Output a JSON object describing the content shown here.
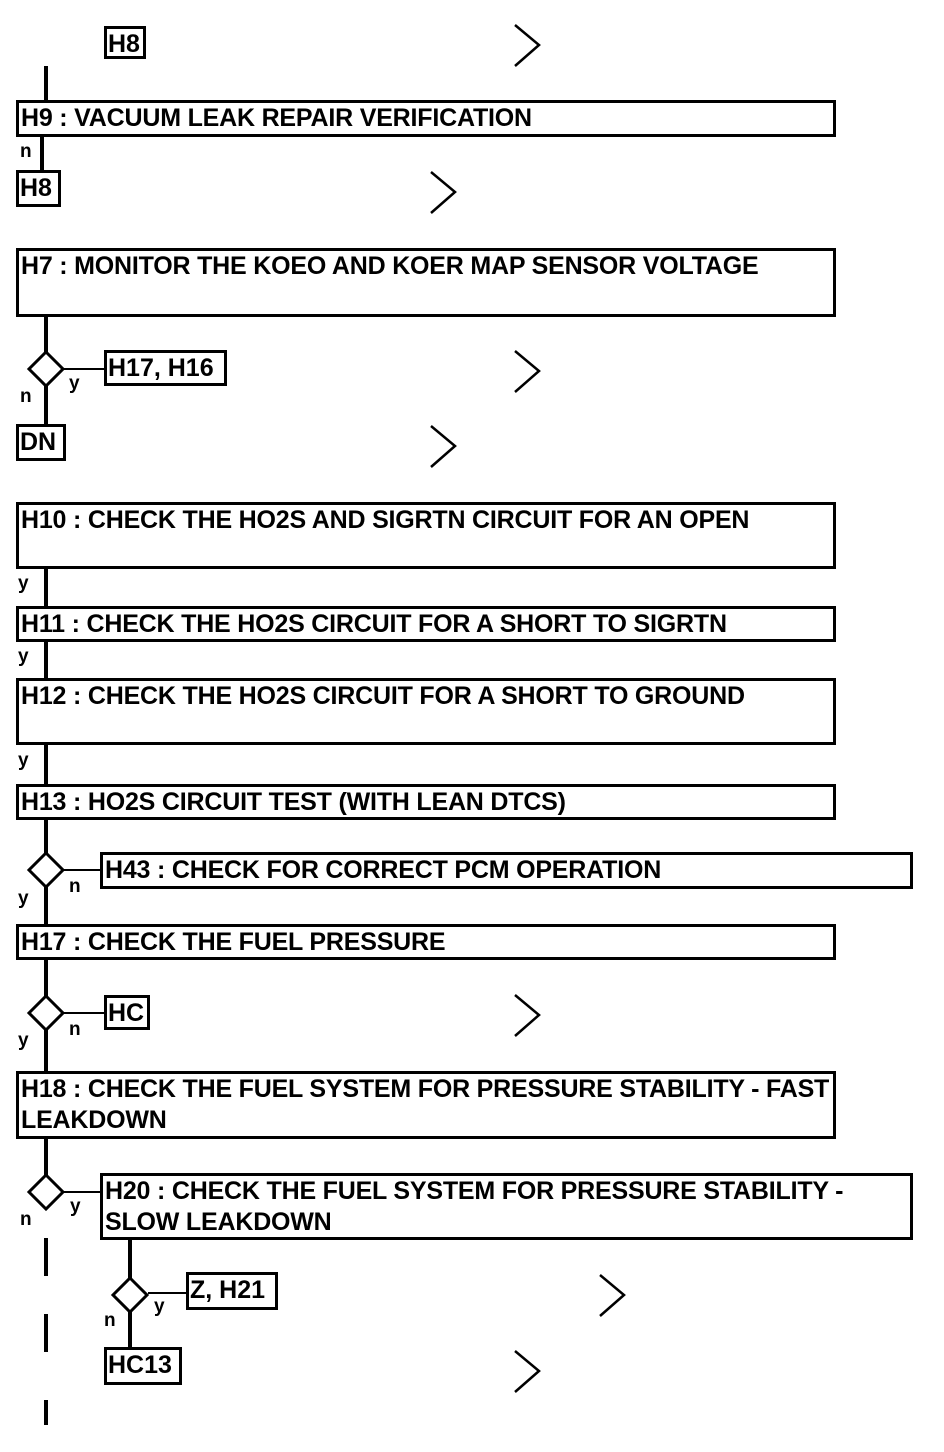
{
  "steps": {
    "h9": "H9 : VACUUM LEAK REPAIR VERIFICATION",
    "h7": "H7 : MONITOR THE KOEO AND KOER MAP SENSOR VOLTAGE",
    "h10": "H10 : CHECK THE HO2S AND SIGRTN CIRCUIT FOR AN OPEN",
    "h11": "H11 : CHECK THE HO2S CIRCUIT FOR A SHORT TO SIGRTN",
    "h12": "H12 : CHECK THE HO2S CIRCUIT FOR A SHORT TO GROUND",
    "h13": "H13 : HO2S CIRCUIT TEST (WITH LEAN DTCS)",
    "h43": "H43 : CHECK FOR CORRECT PCM OPERATION",
    "h17": "H17 : CHECK THE FUEL PRESSURE",
    "h18": "H18 : CHECK THE FUEL SYSTEM FOR PRESSURE STABILITY - FAST LEAKDOWN",
    "h20": "H20 : CHECK THE FUEL SYSTEM FOR PRESSURE STABILITY - SLOW LEAKDOWN"
  },
  "refs": {
    "h8_top": "H8",
    "h8": "H8",
    "h17_h16": "H17, H16",
    "dn": "DN",
    "hc": "HC",
    "z_h21": "Z, H21",
    "hc13": "HC13"
  },
  "labels": {
    "yes": "y",
    "no": "n"
  },
  "icons": {
    "goto": "chevron-right-icon",
    "decision": "diamond-icon"
  }
}
